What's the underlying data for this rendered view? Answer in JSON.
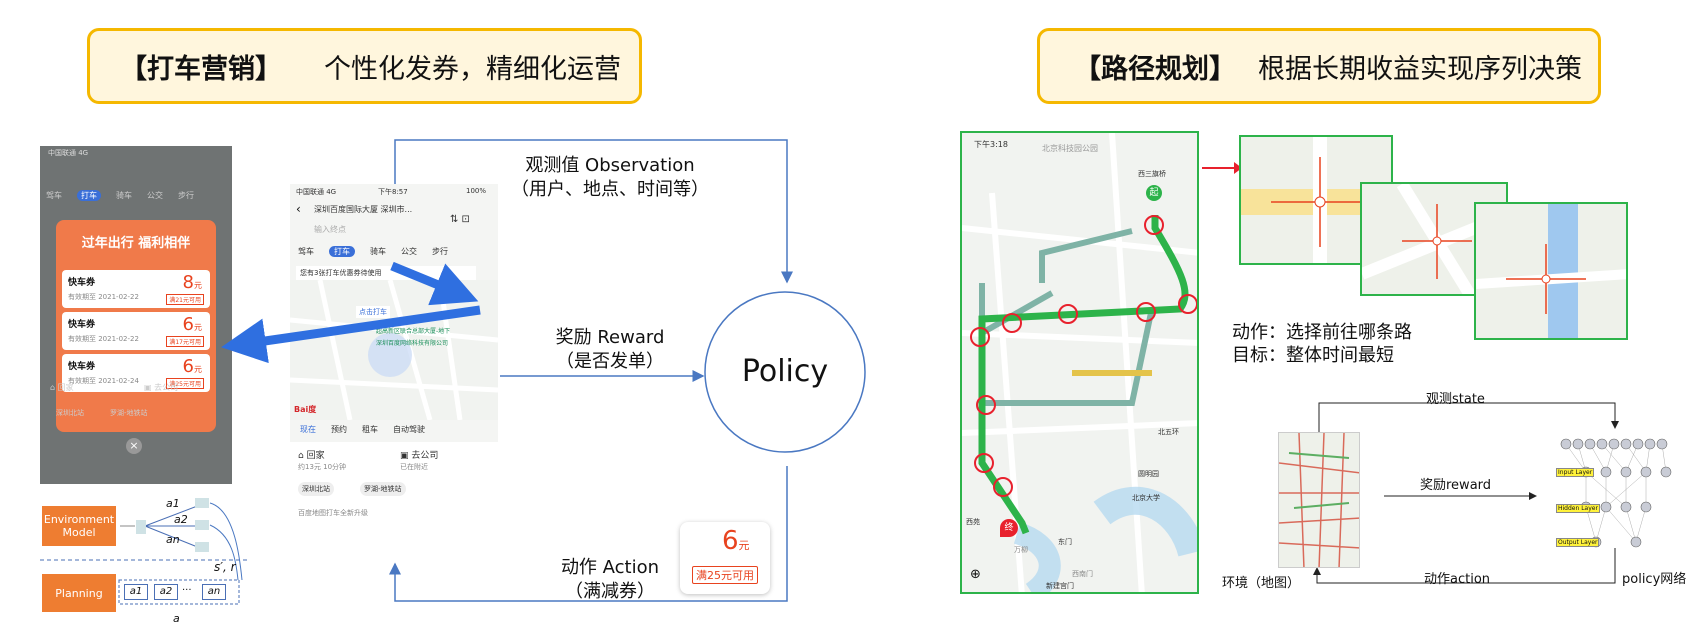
{
  "left": {
    "banner": {
      "tag": "【打车营销】",
      "text": "个性化发券，精细化运营"
    },
    "observation": {
      "line1": "观测值 Observation",
      "line2": "（用户、地点、时间等）"
    },
    "reward": {
      "line1": "奖励 Reward",
      "line2": "（是否发单）"
    },
    "action": {
      "line1": "动作 Action",
      "line2": "（满减券）"
    },
    "policy": "Policy",
    "coupon_card": {
      "value": "6",
      "unit": "元",
      "condition": "满25元可用"
    },
    "phone_left": {
      "status": "中国联通 4G",
      "nav": [
        "驾车",
        "打车",
        "骑车",
        "公交",
        "步行"
      ],
      "promo_title": "过年出行 福利相伴",
      "coupons": [
        {
          "title": "快车券",
          "value": "8",
          "unit": "元",
          "date": "有效期至 2021-02-22",
          "cond": "满21元可用"
        },
        {
          "title": "快车券",
          "value": "6",
          "unit": "元",
          "date": "有效期至 2021-02-22",
          "cond": "满17元可用"
        },
        {
          "title": "快车券",
          "value": "6",
          "unit": "元",
          "date": "有效期至 2021-02-24",
          "cond": "满25元可用"
        }
      ],
      "home": "回家",
      "company": "去公司",
      "chips": [
        "深圳北站",
        "罗湖-地铁站"
      ]
    },
    "phone_mid": {
      "status_left": "中国联通 4G",
      "status_time": "下午8:57",
      "status_right": "100%",
      "origin": "深圳百度国际大厦 深圳市...",
      "dest_placeholder": "输入终点",
      "tabs": [
        "驾车",
        "打车",
        "骑车",
        "公交",
        "步行"
      ],
      "notice": "您有3张打车优惠券待使用",
      "pick_label": "点击打车",
      "poi1": "超高新区联合总部大厦-地下",
      "poi2": "深圳百度网络科技有限公司",
      "bottom_tabs": [
        "现在",
        "预约",
        "租车",
        "自动驾驶"
      ],
      "home": "回家",
      "home_sub": "约13元 10分钟",
      "company": "去公司",
      "company_sub": "已在附近",
      "chips": [
        "深圳北站",
        "罗湖-地铁站"
      ],
      "footer": "百度地图打车全新升级",
      "logo": "Bai度"
    },
    "planning_diagram": {
      "env_model": "Environment Model",
      "planning": "Planning",
      "actions": [
        "a1",
        "a2",
        "an"
      ],
      "sr": "s′, r",
      "a_boxes": [
        "a1",
        "a2",
        "···",
        "an"
      ],
      "a_label": "a"
    }
  },
  "right": {
    "banner": {
      "tag": "【路径规划】",
      "text": "根据长期收益实现序列决策"
    },
    "map_phone": {
      "time": "下午3:18",
      "places": [
        "北京科技园公园",
        "西三旗桥",
        "北五环",
        "圆明园",
        "北京大学",
        "万柳",
        "西苑",
        "东门",
        "西南门",
        "新建宫门"
      ],
      "start": "起",
      "end": "终"
    },
    "action_text": "动作：选择前往哪条路",
    "goal_text": "目标：整体时间最短",
    "observe_state": "观测state",
    "reward": "奖励reward",
    "action": "动作action",
    "env_label": "环境（地图）",
    "policy_net": "policy网络",
    "nn_layers": [
      "Input Layer",
      "Hidden Layer",
      "Output Layer"
    ]
  },
  "colors": {
    "banner_border": "#f5b800",
    "banner_fill": "#fff6dd",
    "arrow_blue": "#2f6fe0",
    "line_blue": "#4a78c2",
    "orange": "#ee7d31",
    "route_green": "#2db34a",
    "red": "#e8431f"
  }
}
